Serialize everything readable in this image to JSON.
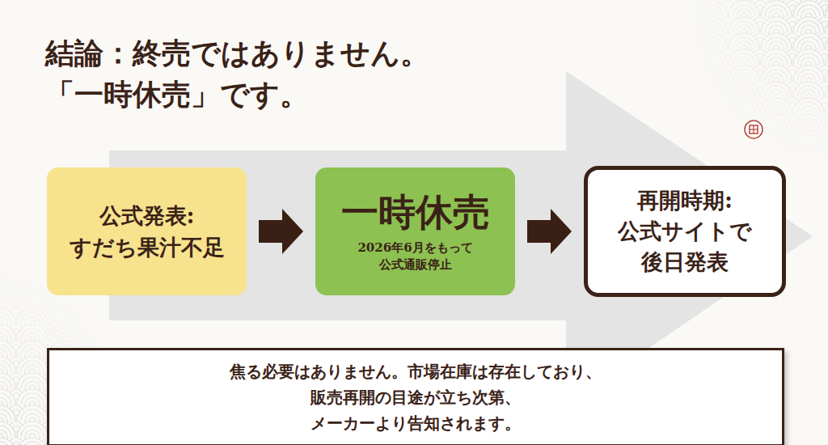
{
  "diagram": {
    "title": "結論：終売ではありません。 「一時休売」です。",
    "nodes": [
      {
        "text": [
          "公式発表: すだち果汁不足"
        ]
      },
      {
        "text": [
          "一時休売",
          "2026年6月をもって 公式通販停止"
        ]
      },
      {
        "text": [
          "再開時期: 公式サイトで 後日発表"
        ]
      },
      {
        "text": [
          "焦る必要はありません。市場在庫は存在しており、 販売再開の目途が立ち次第、メーカーより告知されます。"
        ]
      }
    ],
    "edges": [
      {
        "from": 0,
        "to": 1,
        "arrow": "to"
      },
      {
        "from": 1,
        "to": 2,
        "arrow": "to"
      }
    ]
  }
}
